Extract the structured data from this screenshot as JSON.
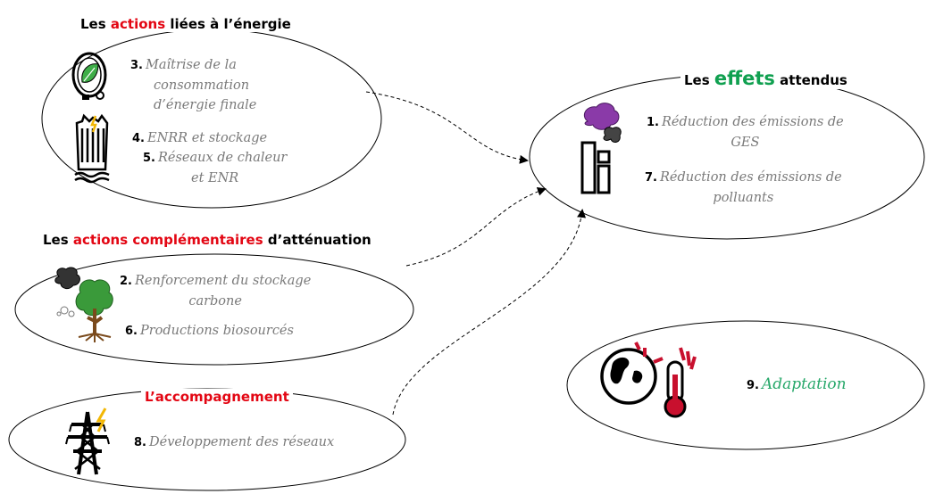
{
  "groups": {
    "energy": {
      "title_pre": "Les ",
      "title_hl": "actions",
      "title_post": " liées à l’énergie",
      "items": [
        {
          "num": "3.",
          "line1": "Maîtrise de la",
          "line2": "consommation",
          "line3": "d’énergie finale"
        },
        {
          "num": "4.",
          "text": "ENRR et stockage"
        },
        {
          "num": "5.",
          "line1": "Réseaux de chaleur",
          "line2": "et ENR"
        }
      ]
    },
    "mitigation": {
      "title_pre": "Les ",
      "title_hl": "actions complémentaires",
      "title_post": " d’atténuation",
      "items": [
        {
          "num": "2.",
          "line1": "Renforcement du stockage",
          "line2": "carbone"
        },
        {
          "num": "6.",
          "text": "Productions biosourcés"
        }
      ]
    },
    "support": {
      "title": "L’accompagnement",
      "items": [
        {
          "num": "8.",
          "text": "Développement des réseaux"
        }
      ]
    },
    "effects": {
      "title_pre": "Les ",
      "title_hl": "effets",
      "title_post": " attendus",
      "items": [
        {
          "num": "1.",
          "line1": "Réduction des émissions de",
          "line2": "GES"
        },
        {
          "num": "7.",
          "line1": "Réduction des émissions de",
          "line2": "polluants"
        }
      ]
    },
    "adaptation": {
      "items": [
        {
          "num": "9.",
          "text": "Adaptation"
        }
      ]
    }
  },
  "colors": {
    "highlight_red": "#e30613",
    "highlight_green": "#10a050",
    "adaptation_green": "#27a86a",
    "item_grey": "#7a7a7a",
    "smoke_purple": "#8a3aa8",
    "thermometer_red": "#c8102e",
    "lightning_yellow": "#f2b705",
    "tree_green": "#3a9a3a"
  },
  "icons": [
    "leaf-plug-icon",
    "power-plant-icon",
    "tree-co2-icon",
    "pylon-icon",
    "factory-smoke-icon",
    "globe-thermometer-icon"
  ]
}
